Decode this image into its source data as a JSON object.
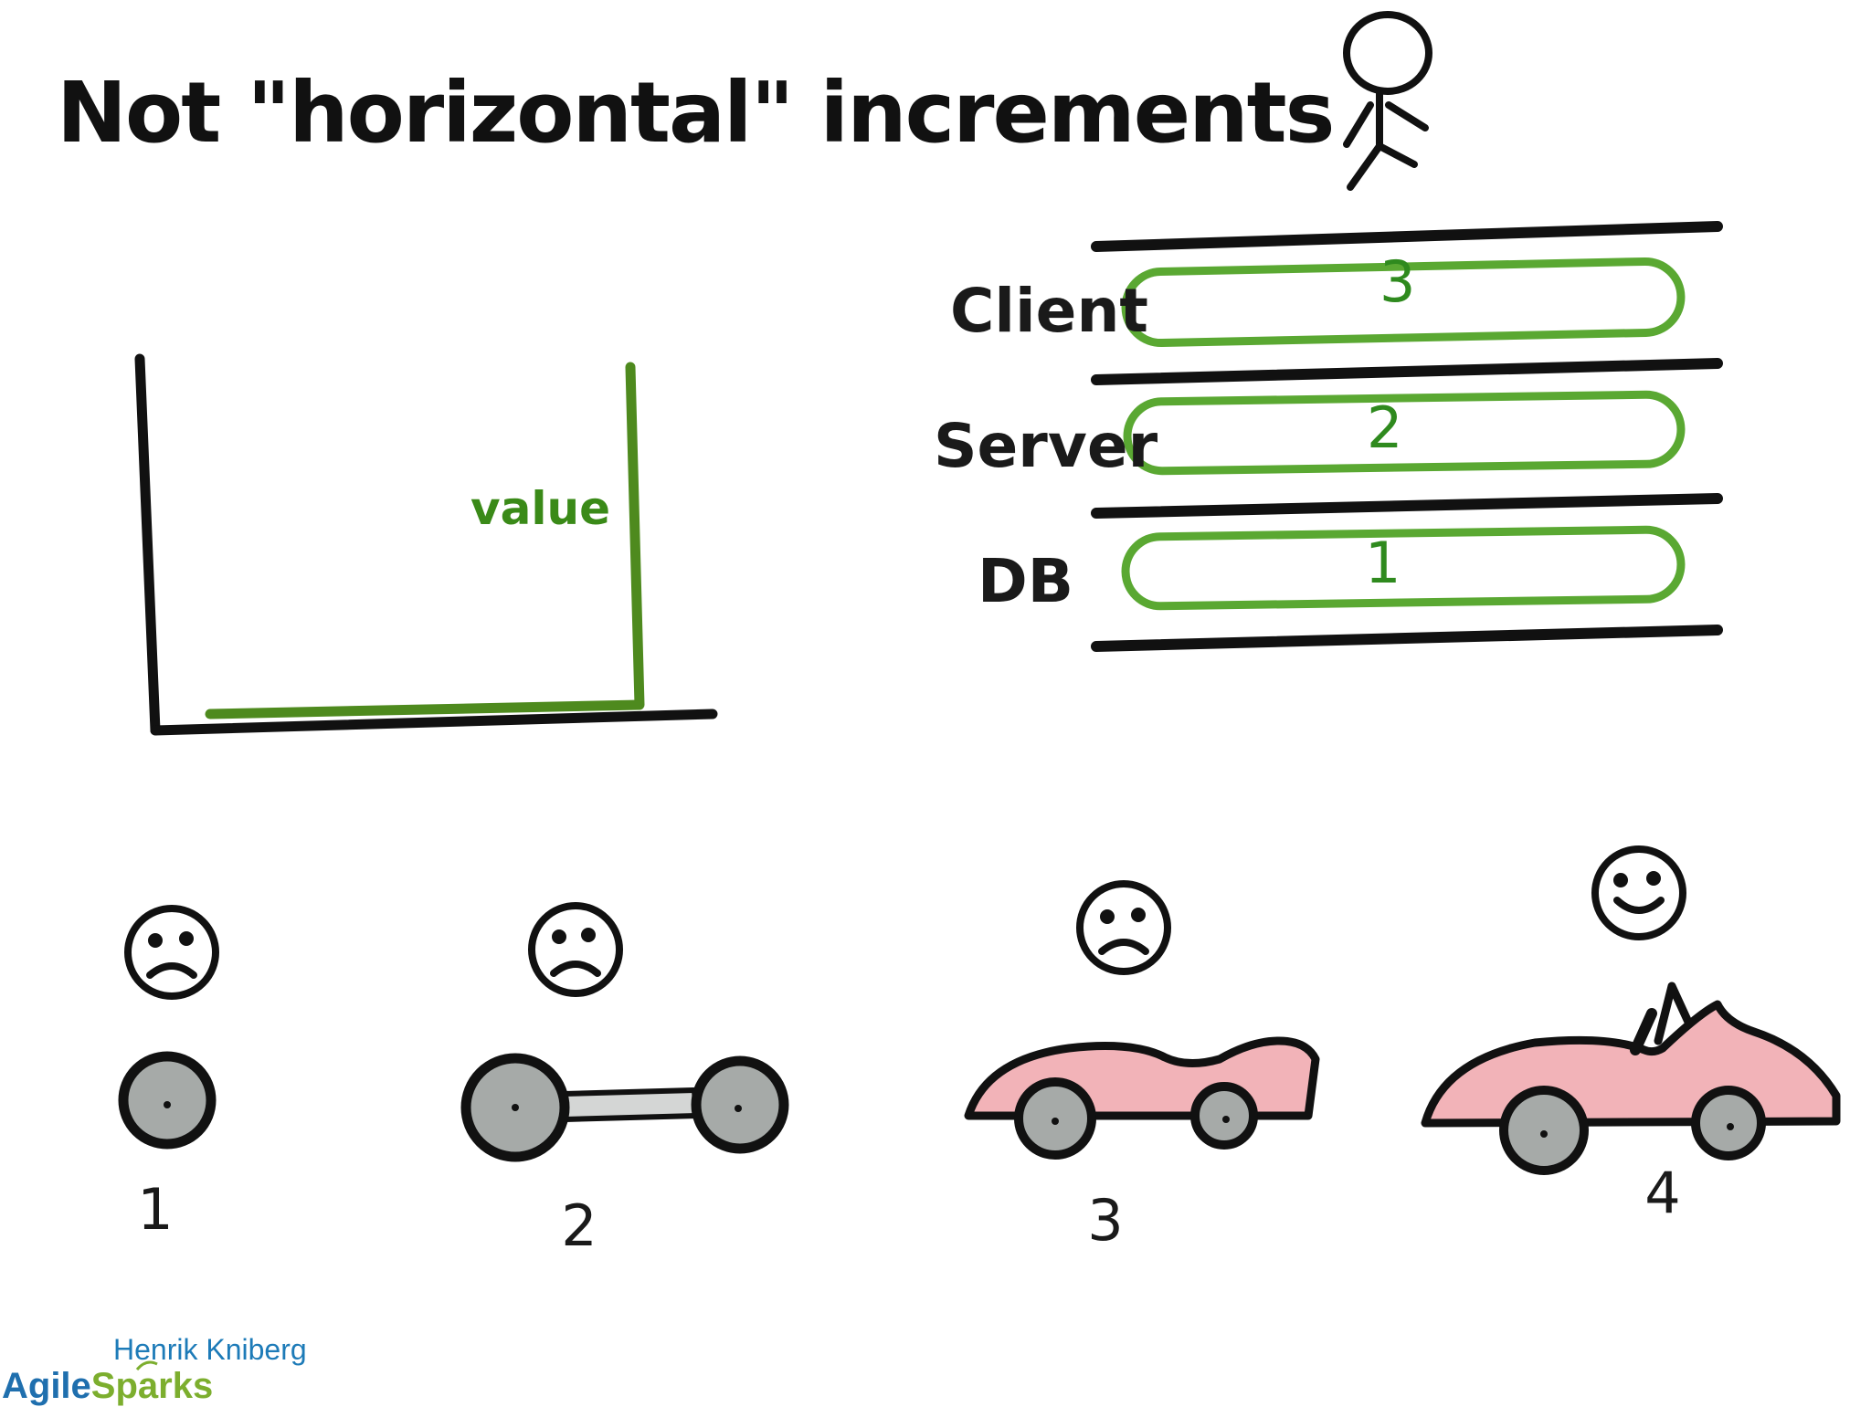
{
  "title": "Not \"horizontal\" increments",
  "chart": {
    "value_label": "value"
  },
  "layers": [
    {
      "name": "Client",
      "number": "3"
    },
    {
      "name": "Server",
      "number": "2"
    },
    {
      "name": "DB",
      "number": "1"
    }
  ],
  "steps": [
    {
      "number": "1",
      "mood": "sad",
      "object": "wheel"
    },
    {
      "number": "2",
      "mood": "sad",
      "object": "axle with two wheels"
    },
    {
      "number": "3",
      "mood": "sad",
      "object": "car without steering wheel"
    },
    {
      "number": "4",
      "mood": "happy",
      "object": "convertible car"
    }
  ],
  "footer": {
    "author": "Henrik Kniberg",
    "logo_part1": "Agile",
    "logo_part2": "Sparks"
  },
  "colors": {
    "ink": "#111111",
    "green": "#3a8a18",
    "ring_green": "#5aa832",
    "car_pink": "#f2b3b8",
    "wheel_gray": "#a6aaa8"
  },
  "icons": [
    "stick-figure-icon",
    "sad-face-icon",
    "happy-face-icon",
    "wheel-icon",
    "car-icon"
  ]
}
